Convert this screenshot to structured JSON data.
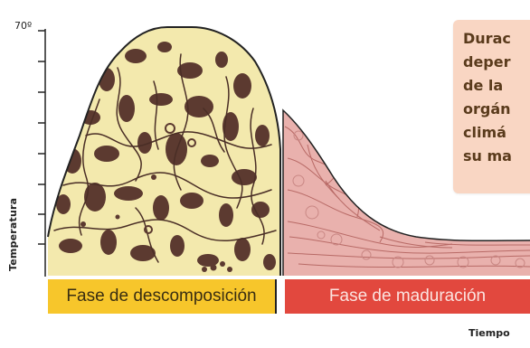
{
  "axis": {
    "y_label": "Temperatura",
    "x_label": "Tiempo",
    "top_tick_label": "70º"
  },
  "phases": {
    "decomposition": "Fase de descomposición",
    "maturation": "Fase de maduración"
  },
  "note": {
    "lines": [
      "Durac",
      "deper",
      "de la",
      "orgán",
      "climá",
      "su ma"
    ]
  },
  "colors": {
    "decomposition_fill": "#f3e9ad",
    "decomposition_band": "#f7c62b",
    "blob": "#5c3a30",
    "maturation_fill": "#e9b1ad",
    "maturation_band": "#e2483e",
    "note_background": "#f9d6c3"
  }
}
